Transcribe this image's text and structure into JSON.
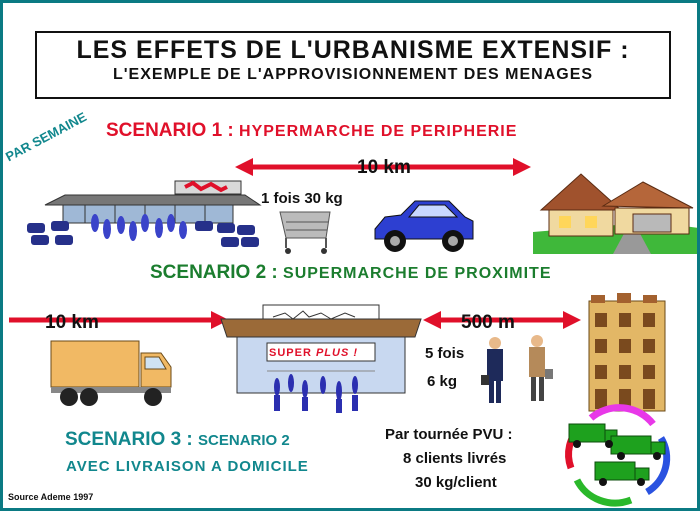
{
  "title": {
    "line1": "LES EFFETS DE L'URBANISME EXTENSIF :",
    "line2": "L'EXEMPLE DE L'APPROVISIONNEMENT DES MENAGES"
  },
  "per_week": "PAR SEMAINE",
  "scenario1": {
    "label": "SCENARIO 1",
    "sep": " : ",
    "desc": "HYPERMARCHE DE PERIPHERIE",
    "distance": "10 km",
    "trips": "1 fois 30 kg"
  },
  "scenario2": {
    "label": "SCENARIO 2",
    "sep": " : ",
    "desc": "SUPERMARCHE DE PROXIMITE",
    "store_sign": "SUPER PLUS !",
    "store_sign_a": "SUPER ",
    "store_sign_b": "PLUS !",
    "distance": "500 m",
    "trips_1": "5 fois",
    "trips_2": "6 kg"
  },
  "scenario3": {
    "label": "SCENARIO 3 : ",
    "desc": "SCENARIO 2",
    "line2": "AVEC LIVRAISON A DOMICILE",
    "distance": "10 km",
    "tour_1": "Par tournée PVU :",
    "tour_2": "8 clients livrés",
    "tour_3": "30 kg/client"
  },
  "source": "Source Ademe 1997",
  "colors": {
    "red": "#e0102a",
    "green": "#1b7d2e",
    "teal": "#11878d",
    "border": "#0b7a83"
  }
}
